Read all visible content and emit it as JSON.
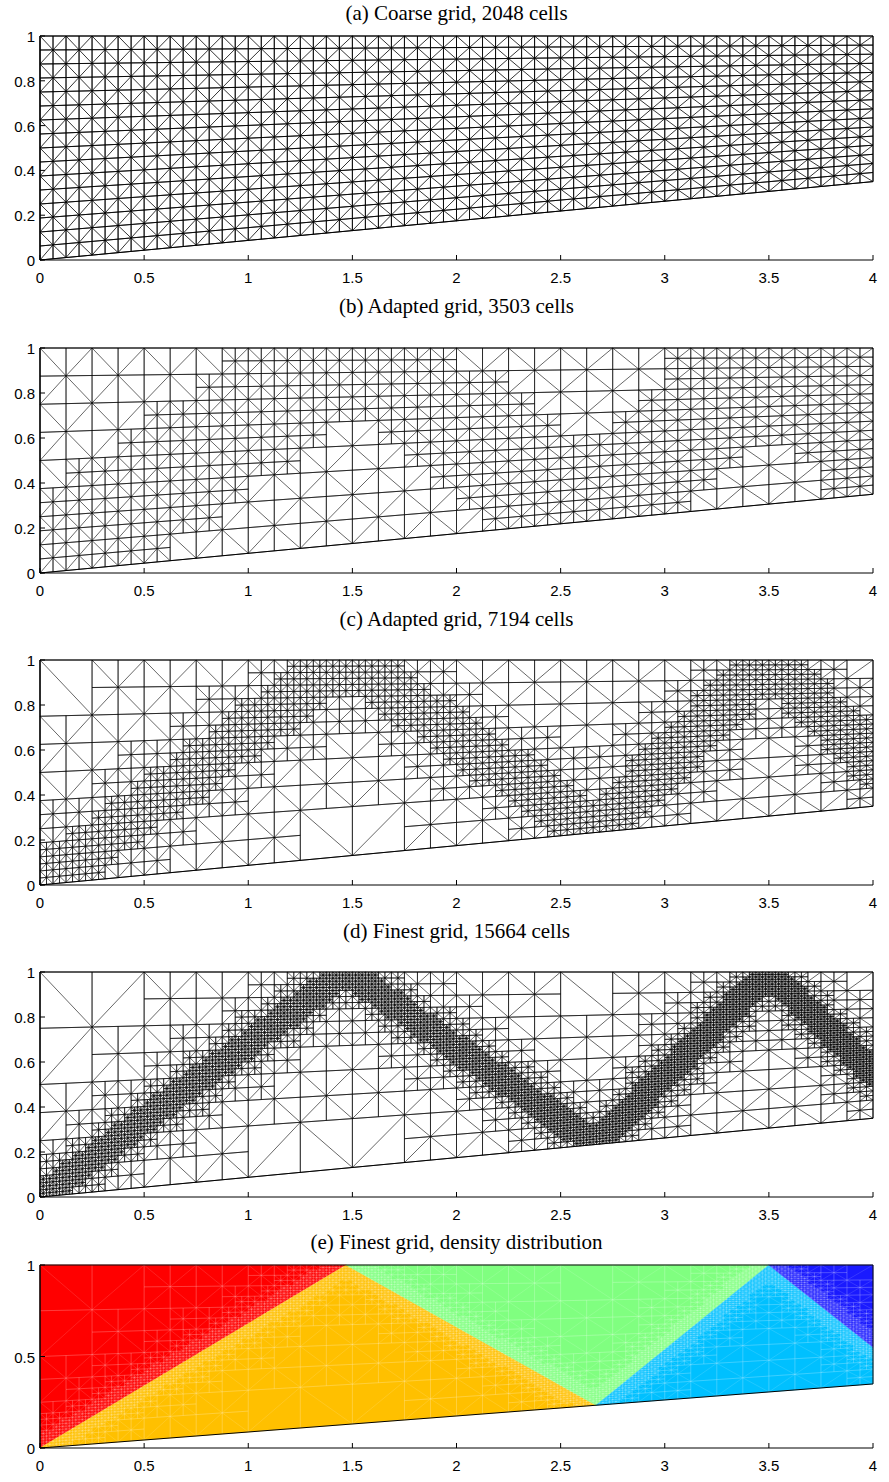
{
  "diagram": {
    "labels": [
      "(a) Coarse grid, 2048 cells",
      "0",
      "0.2",
      "0.4",
      "0.6",
      "0.8",
      "1",
      "0",
      "0.5",
      "1",
      "1.5",
      "2",
      "2.5",
      "3",
      "3.5",
      "4",
      "(b) Adapted grid, 3503 cells",
      "0",
      "0.2",
      "0.4",
      "0.6",
      "0.8",
      "1",
      "0",
      "0.5",
      "1",
      "1.5",
      "2",
      "2.5",
      "3",
      "3.5",
      "4",
      "(c) Adapted grid, 7194 cells",
      "0",
      "0.2",
      "0.4",
      "0.6",
      "0.8",
      "1",
      "0",
      "0.5",
      "1",
      "1.5",
      "2",
      "2.5",
      "3",
      "3.5",
      "4",
      "(d) Finest grid, 15664 cells",
      "0",
      "0.2",
      "0.4",
      "0.6",
      "0.8",
      "1",
      "0",
      "0.5",
      "1",
      "1.5",
      "2",
      "2.5",
      "3",
      "3.5",
      "4",
      "(e) Finest grid, density distribution",
      "0",
      "0.5",
      "1",
      "0",
      "0.5",
      "1",
      "1.5",
      "2",
      "2.5",
      "3",
      "3.5",
      "4"
    ]
  }
}
